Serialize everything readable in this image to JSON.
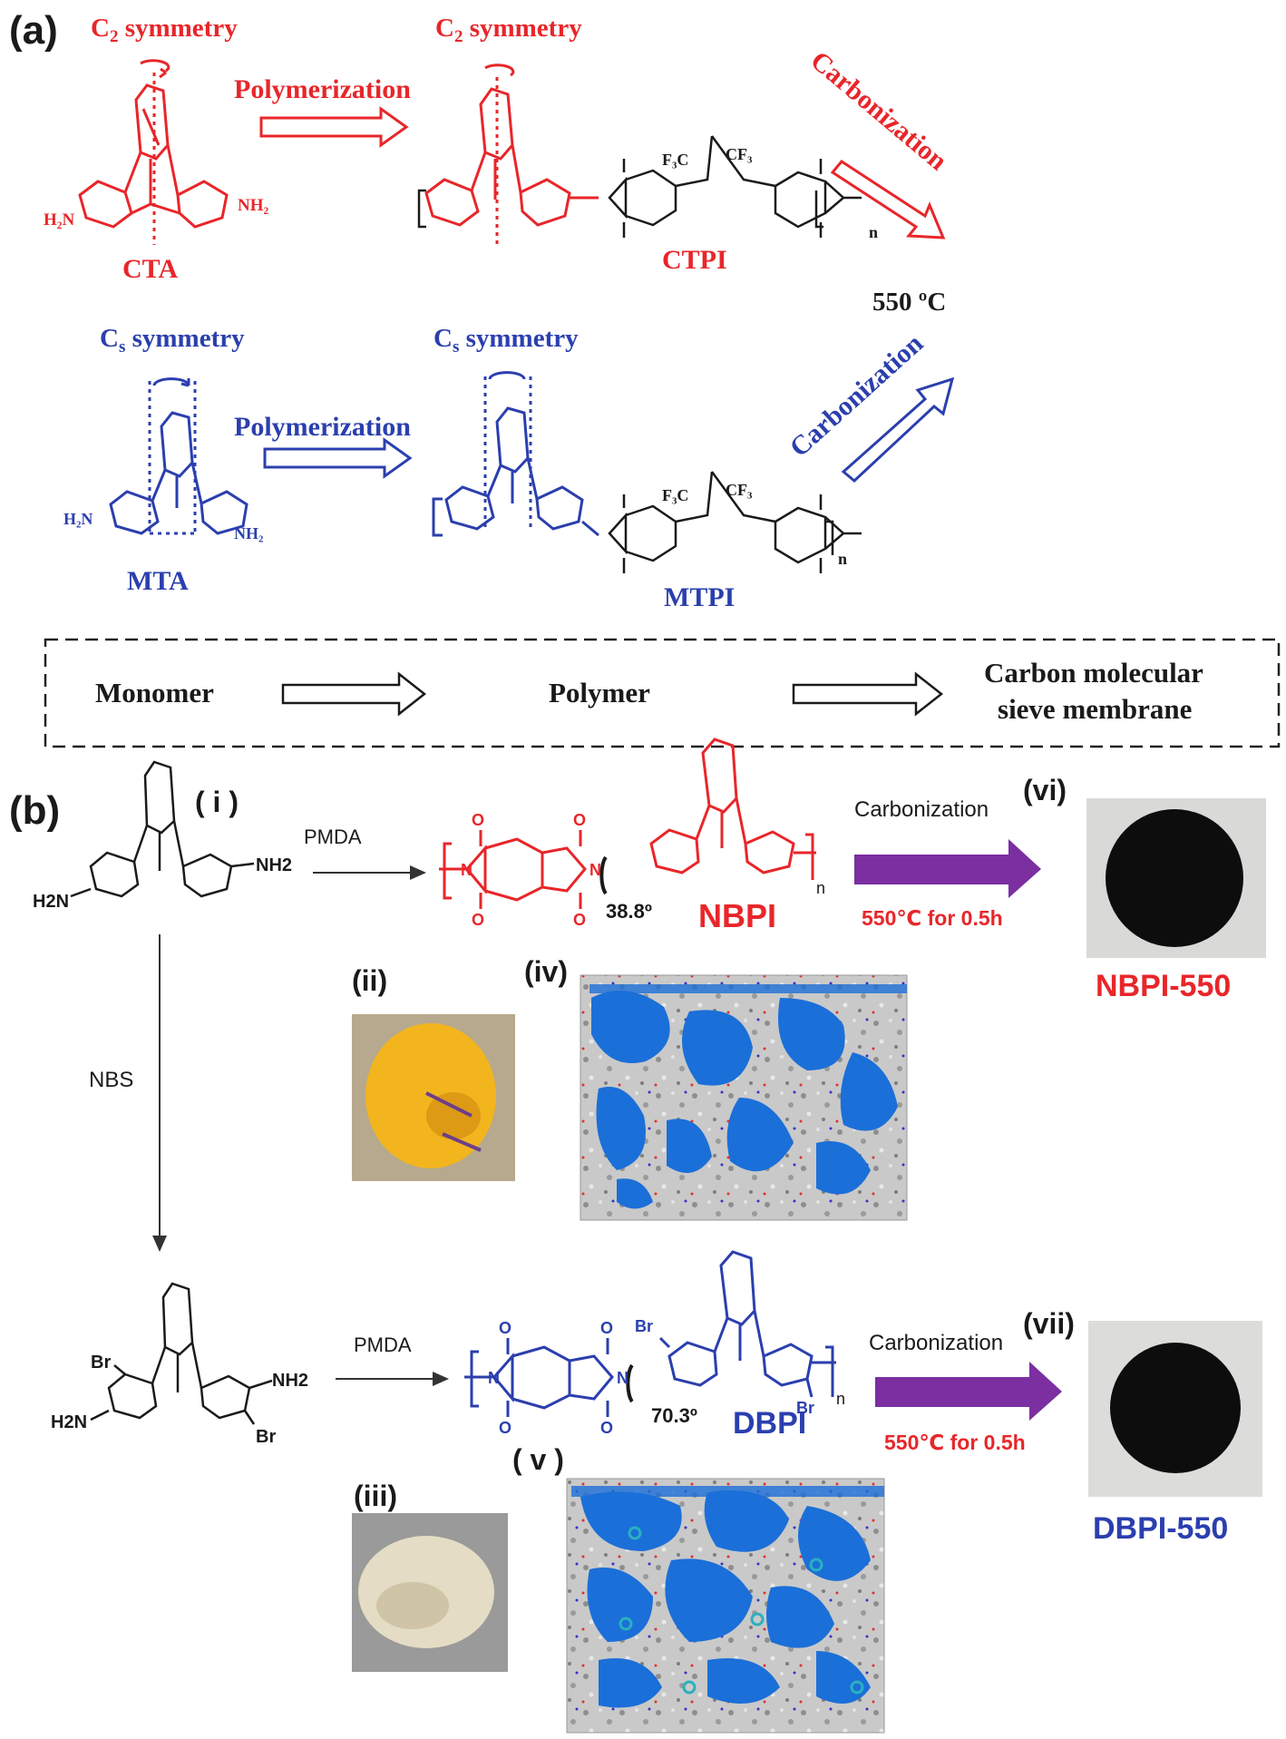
{
  "panel_a": {
    "label": "(a)",
    "ctа_symmetry": "C",
    "cta": {
      "symmetry_prefix": "C",
      "symmetry_sub": "2",
      "symmetry_suffix": " symmetry",
      "name": "CTA",
      "h2n": "H2N",
      "nh2": "NH2"
    },
    "ctpi": {
      "symmetry_prefix": "C",
      "symmetry_sub": "2",
      "symmetry_suffix": " symmetry",
      "name": "CTPI"
    },
    "mta": {
      "symmetry_prefix": "C",
      "symmetry_sub": "s",
      "symmetry_suffix": " symmetry",
      "name": "MTA"
    },
    "mtpi": {
      "symmetry_prefix": "C",
      "symmetry_sub": "s",
      "symmetry_suffix": " symmetry",
      "name": "MTPI"
    },
    "polymerization": "Polymerization",
    "carbonization": "Carbonization",
    "temperature": "550 ºC",
    "f3c": "F3C",
    "cf3": "CF3",
    "n_sub": "n",
    "colors": {
      "red": "#e8262a",
      "blue": "#2b3fae",
      "black": "#1a1a1a"
    },
    "flow": {
      "monomer": "Monomer",
      "polymer": "Polymer",
      "cms_line1": "Carbon molecular",
      "cms_line2": "sieve membrane"
    }
  },
  "panel_b": {
    "label": "(b)",
    "i": "( i )",
    "ii": "(ii)",
    "iii": "(iii)",
    "iv": "(iv)",
    "v": "( v )",
    "vi": "(vi)",
    "vii": "(vii)",
    "pmda": "PMDA",
    "nbs": "NBS",
    "carbonization": "Carbonization",
    "condition": "550℃ for 0.5h",
    "nbpi": "NBPI",
    "dbpi": "DBPI",
    "nbpi_550": "NBPI-550",
    "dbpi_550": "DBPI-550",
    "angle_nbpi": "38.8º",
    "angle_dbpi": "70.3º",
    "br": "Br",
    "h2n": "H2N",
    "nh2": "NH2",
    "colors": {
      "purple": "#7b2fa0",
      "red": "#e8262a",
      "blue": "#2b3fae",
      "pore_blue": "#1b6fd8"
    }
  }
}
